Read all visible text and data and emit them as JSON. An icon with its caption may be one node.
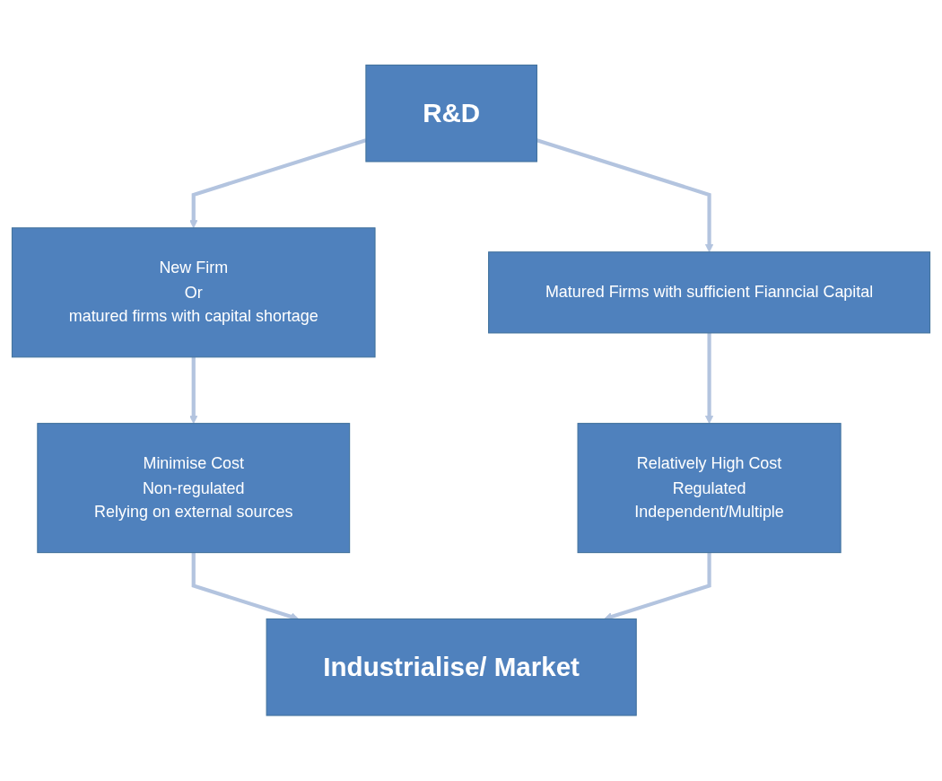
{
  "diagram": {
    "nodes": [
      {
        "text": [
          "R&D"
        ]
      },
      {
        "text": [
          "New Firm",
          "Or",
          "matured firms with capital shortage"
        ]
      },
      {
        "text": [
          "Matured Firms  with sufficient Fianncial Capital"
        ]
      },
      {
        "text": [
          "Minimise Cost",
          "Non-regulated",
          "Relying on external sources"
        ]
      },
      {
        "text": [
          "Relatively High Cost",
          "Regulated",
          "Independent/Multiple"
        ]
      },
      {
        "text": [
          "Industrialise/ Market"
        ]
      }
    ],
    "edges": [
      {
        "from": 0,
        "to": 1,
        "arrow": "to"
      },
      {
        "from": 0,
        "to": 2,
        "arrow": "to"
      },
      {
        "from": 1,
        "to": 3,
        "arrow": "to"
      },
      {
        "from": 2,
        "to": 4,
        "arrow": "to"
      },
      {
        "from": 3,
        "to": 5,
        "arrow": "to"
      },
      {
        "from": 4,
        "to": 5,
        "arrow": "to"
      }
    ]
  }
}
